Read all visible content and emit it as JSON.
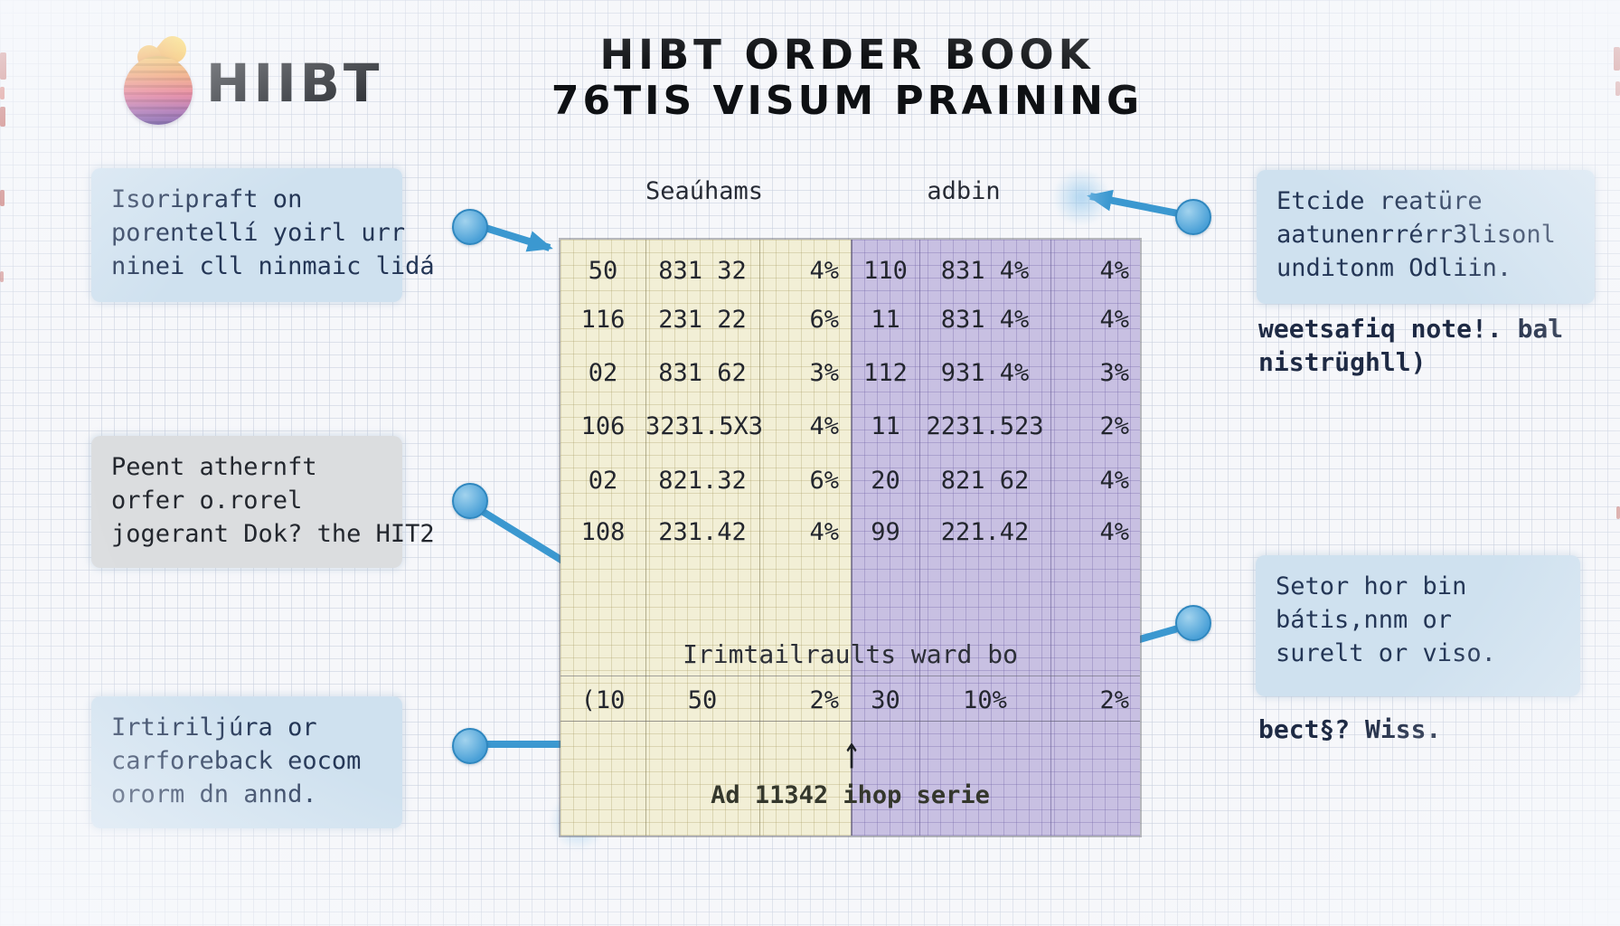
{
  "logo": {
    "wordmark": "HIIBT"
  },
  "title": {
    "line1": "HIBT ORDER BOOK",
    "line2": "76TIS VISUM PRAINING"
  },
  "table": {
    "headers": {
      "bids": "Seaúhams",
      "asks": "adbin"
    },
    "rows": [
      {
        "cells": [
          "50",
          "831 32",
          "4%",
          "110",
          "831 4%",
          "4%"
        ]
      },
      {
        "cells": [
          "116",
          "231 22",
          "6%",
          "11",
          "831 4%",
          "4%"
        ]
      },
      {
        "cells": [
          "02",
          "831 62",
          "3%",
          "112",
          "931 4%",
          "3%"
        ]
      },
      {
        "cells": [
          "106",
          "3231.5X3",
          "4%",
          "11",
          "2231.523",
          "2%"
        ]
      },
      {
        "cells": [
          "02",
          "821.32",
          "6%",
          "20",
          "821 62",
          "4%"
        ]
      },
      {
        "cells": [
          "108",
          "231.42",
          "4%",
          "99",
          "221.42",
          "4%"
        ]
      }
    ],
    "footer": {
      "heading": "Irimtailraults ward bo",
      "cells": [
        "(10",
        "50",
        "2%",
        "30",
        "10%",
        "2%"
      ],
      "arrow": "↑",
      "note": "Ad 11342 ihop serie"
    }
  },
  "callouts": {
    "left": [
      {
        "lines": [
          "Isoripraft on",
          "porentellí yoirl urr",
          "ninei cll ninmaic lidá"
        ]
      },
      {
        "lines": [
          "Peent athernft",
          "orfer o.rorel",
          "jogerant Dok? the HIT2"
        ]
      },
      {
        "lines": [
          "Irtiriljúra or",
          "carforeback  eocom",
          "ororm dn annd."
        ]
      }
    ],
    "right": [
      {
        "lines": [
          "Etcide reatüre",
          "aatunenrrérr3lisonl",
          "unditonm Odliin."
        ]
      },
      {
        "lines": [
          "Setor hor bin",
          "bátis,nnm or",
          "surelt or viso."
        ]
      }
    ],
    "side_notes": [
      {
        "lines": [
          "weetsafiq note!. bal",
          "nistrüghll)"
        ]
      },
      {
        "lines": [
          "bect§? Wiss."
        ]
      }
    ]
  },
  "colors": {
    "accent_blue": "#3b98d0",
    "bids_bg": "#f2efd6",
    "asks_bg": "#c8c0e2",
    "callout_blue": "#cfe1ef",
    "callout_gray": "#dbdddf"
  }
}
